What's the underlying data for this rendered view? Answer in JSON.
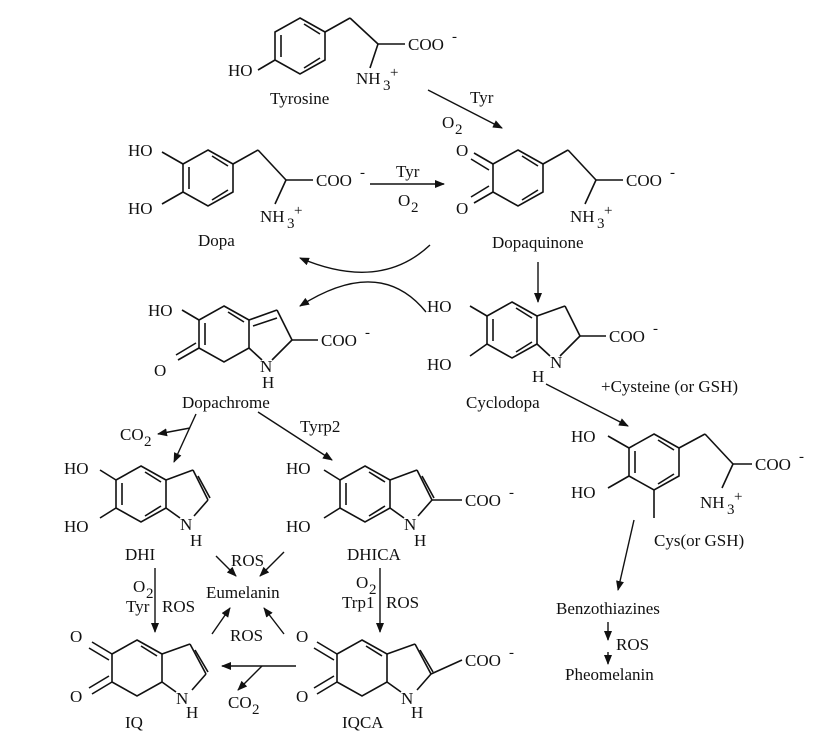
{
  "compounds": {
    "tyrosine": {
      "name": "Tyrosine",
      "ho": "HO",
      "coo": "COO",
      "nh3": "NH",
      "n3": "3"
    },
    "dopa": {
      "name": "Dopa",
      "ho1": "HO",
      "ho2": "HO",
      "coo": "COO",
      "nh3": "NH",
      "n3": "3"
    },
    "dopaquinone": {
      "name": "Dopaquinone",
      "o1": "O",
      "o2": "O",
      "coo": "COO",
      "nh3": "NH",
      "n3": "3"
    },
    "cyclodopa": {
      "name": "Cyclodopa",
      "ho1": "HO",
      "ho2": "HO",
      "coo": "COO",
      "n": "N",
      "h": "H"
    },
    "dopachrome": {
      "name": "Dopachrome",
      "ho": "HO",
      "o": "O",
      "coo": "COO",
      "n": "N",
      "h": "H"
    },
    "cysdopa": {
      "ho1": "HO",
      "ho2": "HO",
      "coo": "COO",
      "nh3": "NH",
      "n3": "3",
      "sub": "Cys(or GSH)"
    },
    "dhi": {
      "name": "DHI",
      "ho1": "HO",
      "ho2": "HO",
      "n": "N",
      "h": "H"
    },
    "dhica": {
      "name": "DHICA",
      "ho1": "HO",
      "ho2": "HO",
      "coo": "COO",
      "n": "N",
      "h": "H"
    },
    "iq": {
      "name": "IQ",
      "o1": "O",
      "o2": "O",
      "n": "N",
      "h": "H"
    },
    "iqca": {
      "name": "IQCA",
      "o1": "O",
      "o2": "O",
      "coo": "COO",
      "n": "N",
      "h": "H"
    },
    "eumelanin": {
      "name": "Eumelanin"
    },
    "benzothiazines": {
      "name": "Benzothiazines"
    },
    "pheomelanin": {
      "name": "Pheomelanin"
    }
  },
  "common": {
    "minus": "-",
    "plus": "+"
  },
  "reagents": {
    "tyr": "Tyr",
    "o": "O",
    "two": "2",
    "tyrp2": "Tyrp2",
    "trp1": "Trp1",
    "ros": "ROS",
    "co": "CO",
    "cysteine": "+Cysteine (or GSH)"
  }
}
